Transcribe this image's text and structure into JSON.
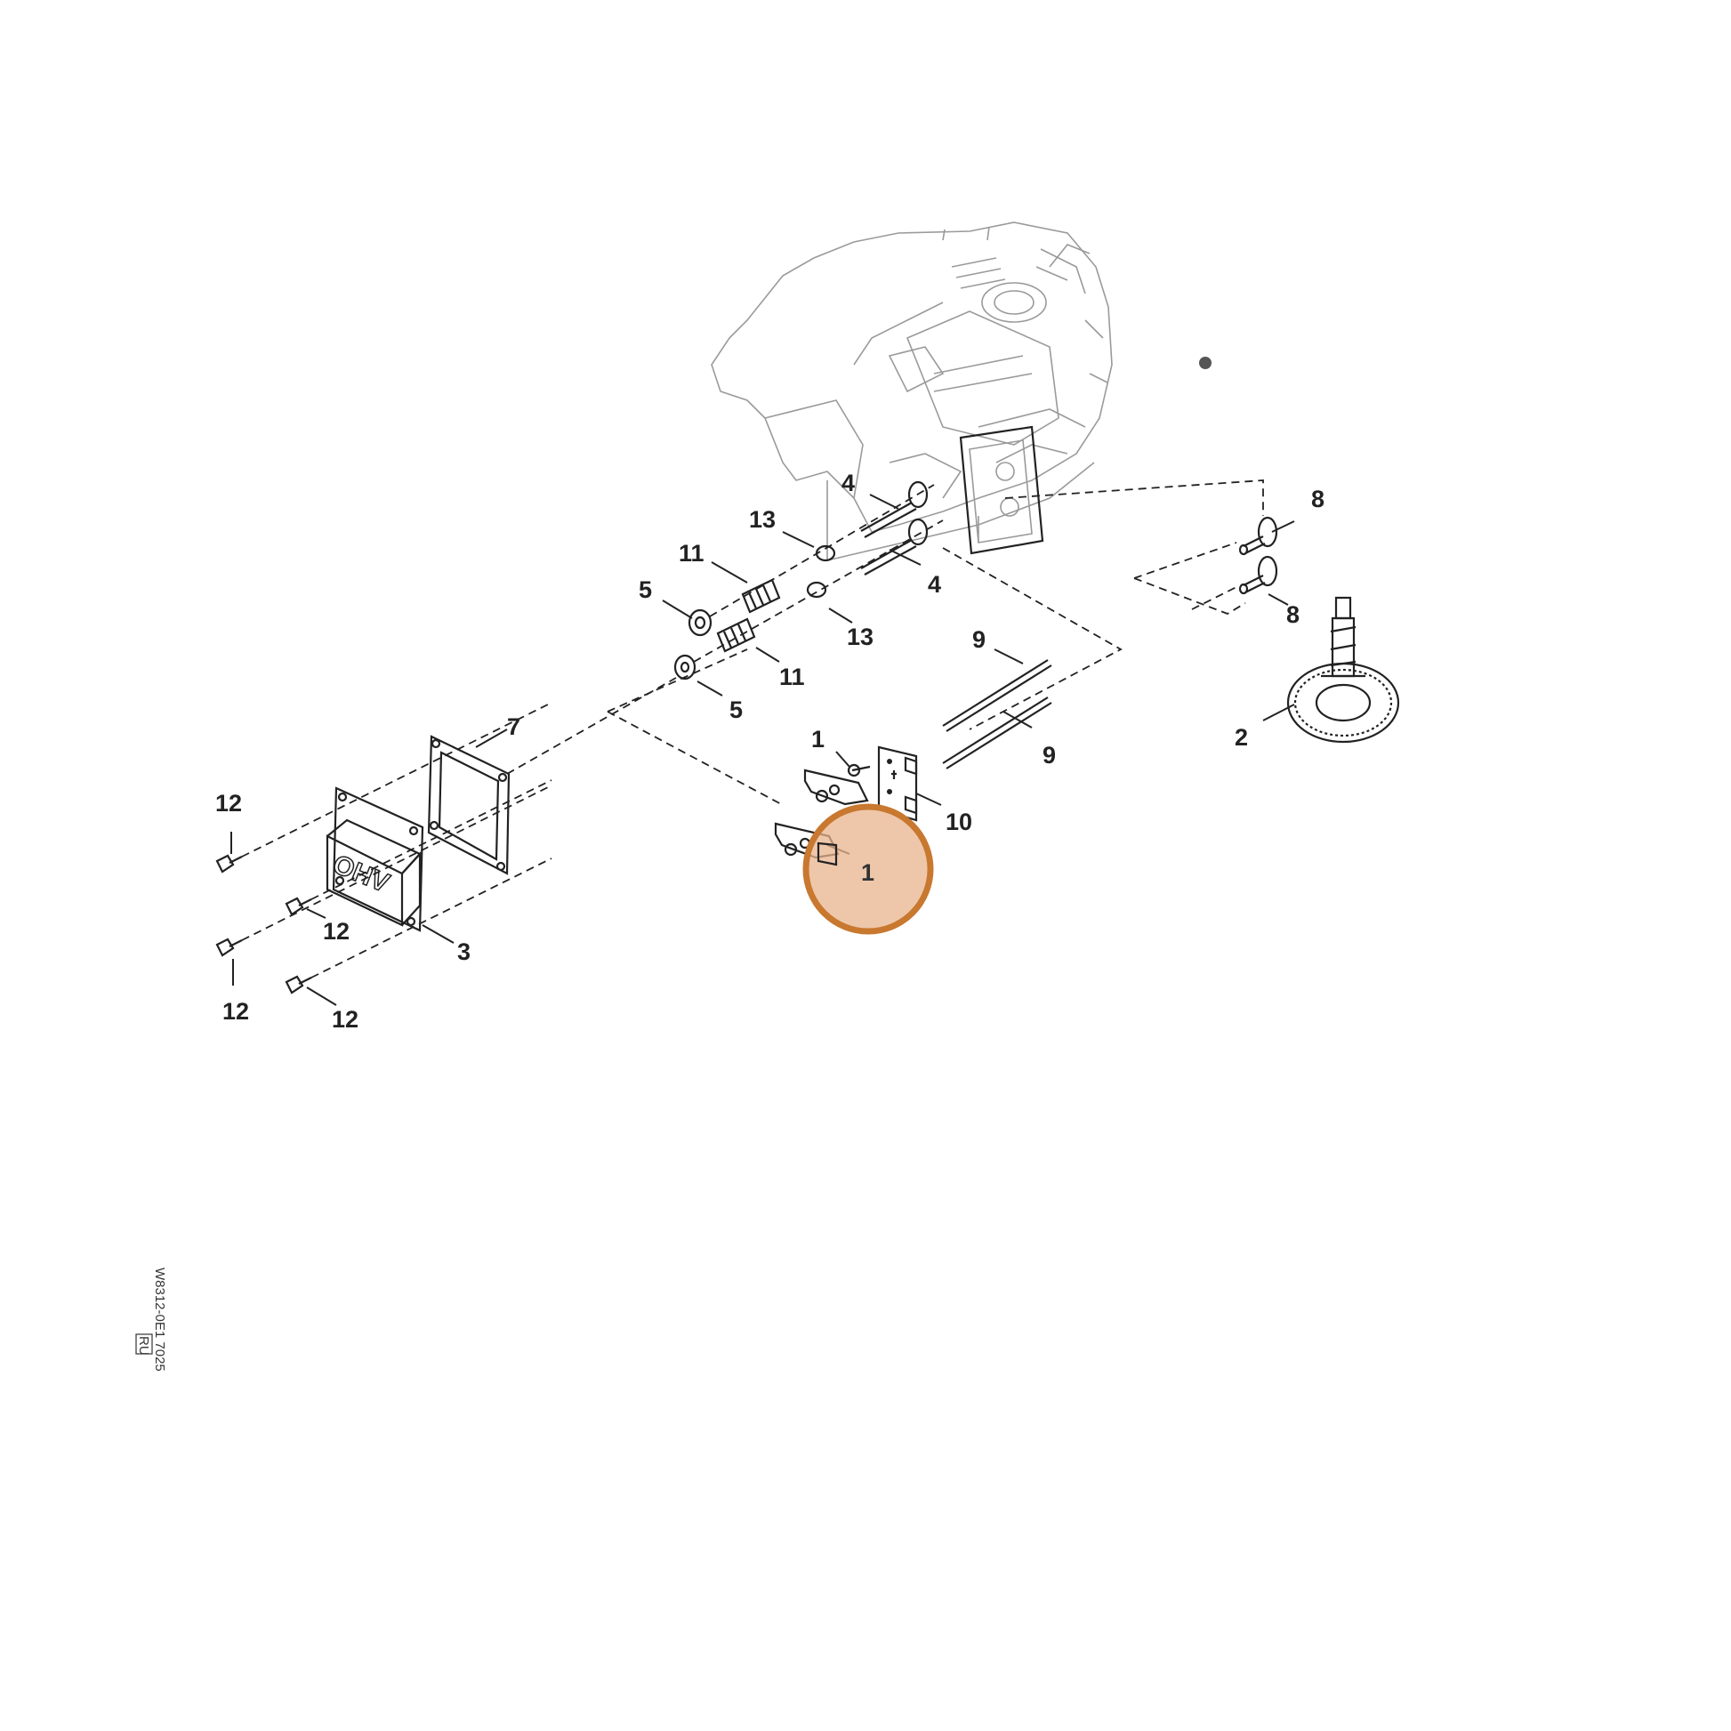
{
  "diagram": {
    "callouts": [
      {
        "id": "c4a",
        "text": "4"
      },
      {
        "id": "c13a",
        "text": "13"
      },
      {
        "id": "c11a",
        "text": "11"
      },
      {
        "id": "c5a",
        "text": "5"
      },
      {
        "id": "c4b",
        "text": "4"
      },
      {
        "id": "c13b",
        "text": "13"
      },
      {
        "id": "c11b",
        "text": "11"
      },
      {
        "id": "c5b",
        "text": "5"
      },
      {
        "id": "c8a",
        "text": "8"
      },
      {
        "id": "c8b",
        "text": "8"
      },
      {
        "id": "c9a",
        "text": "9"
      },
      {
        "id": "c9b",
        "text": "9"
      },
      {
        "id": "c2",
        "text": "2"
      },
      {
        "id": "c1a",
        "text": "1"
      },
      {
        "id": "c10",
        "text": "10"
      },
      {
        "id": "c7",
        "text": "7"
      },
      {
        "id": "c12a",
        "text": "12"
      },
      {
        "id": "c12b",
        "text": "12"
      },
      {
        "id": "c12c",
        "text": "12"
      },
      {
        "id": "c12d",
        "text": "12"
      },
      {
        "id": "c3",
        "text": "3"
      }
    ],
    "highlight": {
      "text": "1",
      "color": "#c8782f",
      "fill": "#e8b48e"
    },
    "cover_text": "OHV",
    "drawing_code": "W8312-0E1 7025",
    "drawing_code_box": "RU"
  }
}
